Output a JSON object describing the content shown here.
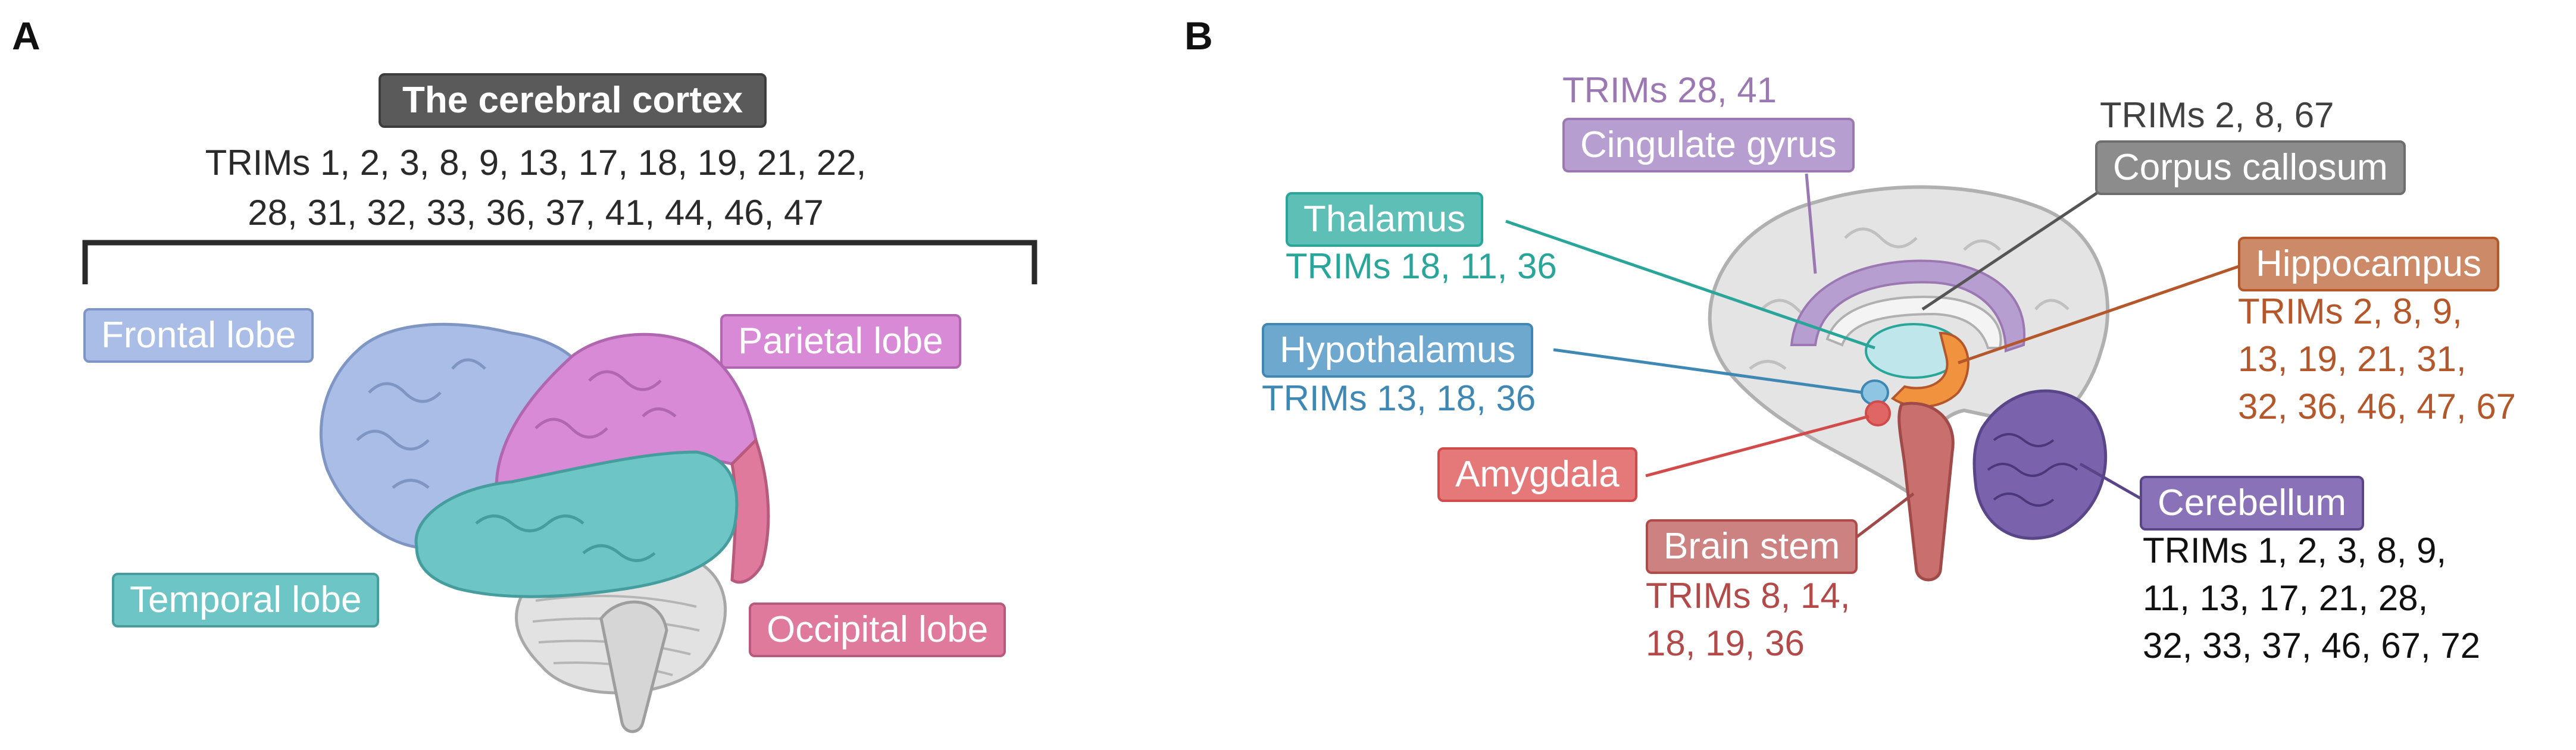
{
  "panel_a": {
    "letter": "A",
    "title": "The cerebral cortex",
    "trims_line1": "TRIMs 1, 2, 3, 8, 9, 13, 17, 18, 19, 21, 22,",
    "trims_line2": "28, 31, 32, 33, 36, 37, 41, 44, 46, 47",
    "lobes": {
      "frontal": {
        "label": "Frontal lobe",
        "color": "#a9bde6"
      },
      "parietal": {
        "label": "Parietal lobe",
        "color": "#d98ad6"
      },
      "temporal": {
        "label": "Temporal lobe",
        "color": "#6ec5c5"
      },
      "occipital": {
        "label": "Occipital lobe",
        "color": "#df7a9d"
      }
    }
  },
  "panel_b": {
    "letter": "B",
    "regions": {
      "cingulate": {
        "label": "Cingulate gyrus",
        "trims": "TRIMs 28, 41",
        "color": "#9c78b3"
      },
      "corpus": {
        "label": "Corpus callosum",
        "trims": "TRIMs 2, 8, 67",
        "color": "#808080"
      },
      "thalamus": {
        "label": "Thalamus",
        "trims": "TRIMs 18, 11, 36",
        "color": "#2aa59a"
      },
      "hippocampus": {
        "label": "Hippocampus",
        "trims_lines": [
          "TRIMs 2, 8, 9,",
          "13, 19, 21, 31,",
          "32, 36, 46, 47, 67"
        ],
        "color": "#b4582c"
      },
      "hypothalamus": {
        "label": "Hypothalamus",
        "trims": "TRIMs 13, 18, 36",
        "color": "#3f88b4"
      },
      "amygdala": {
        "label": "Amygdala",
        "color": "#d24b4b"
      },
      "brainstem": {
        "label": "Brain stem",
        "trims_lines": [
          "TRIMs 8, 14,",
          "18, 19, 36"
        ],
        "color": "#b24a4a"
      },
      "cerebellum": {
        "label": "Cerebellum",
        "trims_lines": [
          "TRIMs 1, 2, 3, 8, 9,",
          "11, 13, 17, 21, 28,",
          "32, 33, 37, 46, 67, 72"
        ],
        "color": "#6a4f9c"
      }
    }
  }
}
